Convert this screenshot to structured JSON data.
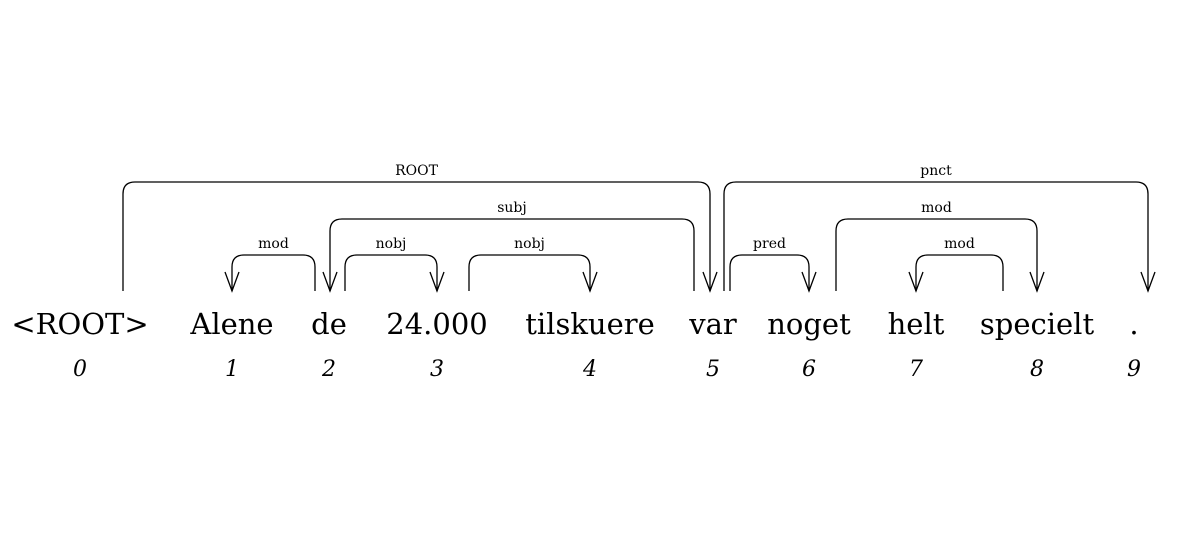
{
  "tokens": [
    {
      "text": "<ROOT>",
      "index": "0"
    },
    {
      "text": "Alene",
      "index": "1"
    },
    {
      "text": "de",
      "index": "2"
    },
    {
      "text": "24.000",
      "index": "3"
    },
    {
      "text": "tilskuere",
      "index": "4"
    },
    {
      "text": "var",
      "index": "5"
    },
    {
      "text": "noget",
      "index": "6"
    },
    {
      "text": "helt",
      "index": "7"
    },
    {
      "text": "specielt",
      "index": "8"
    },
    {
      "text": ".",
      "index": "9"
    }
  ],
  "arcs": [
    {
      "from": 0,
      "to": 5,
      "label": "ROOT"
    },
    {
      "from": 5,
      "to": 9,
      "label": "pnct"
    },
    {
      "from": 5,
      "to": 2,
      "label": "subj"
    },
    {
      "from": 8,
      "to": 7,
      "label": "mod"
    },
    {
      "from": 2,
      "to": 1,
      "label": "mod"
    },
    {
      "from": 2,
      "to": 3,
      "label": "nobj"
    },
    {
      "from": 3,
      "to": 4,
      "label": "nobj"
    },
    {
      "from": 5,
      "to": 6,
      "label": "pred"
    },
    {
      "from": 6,
      "to": 8,
      "label": "mod"
    }
  ]
}
